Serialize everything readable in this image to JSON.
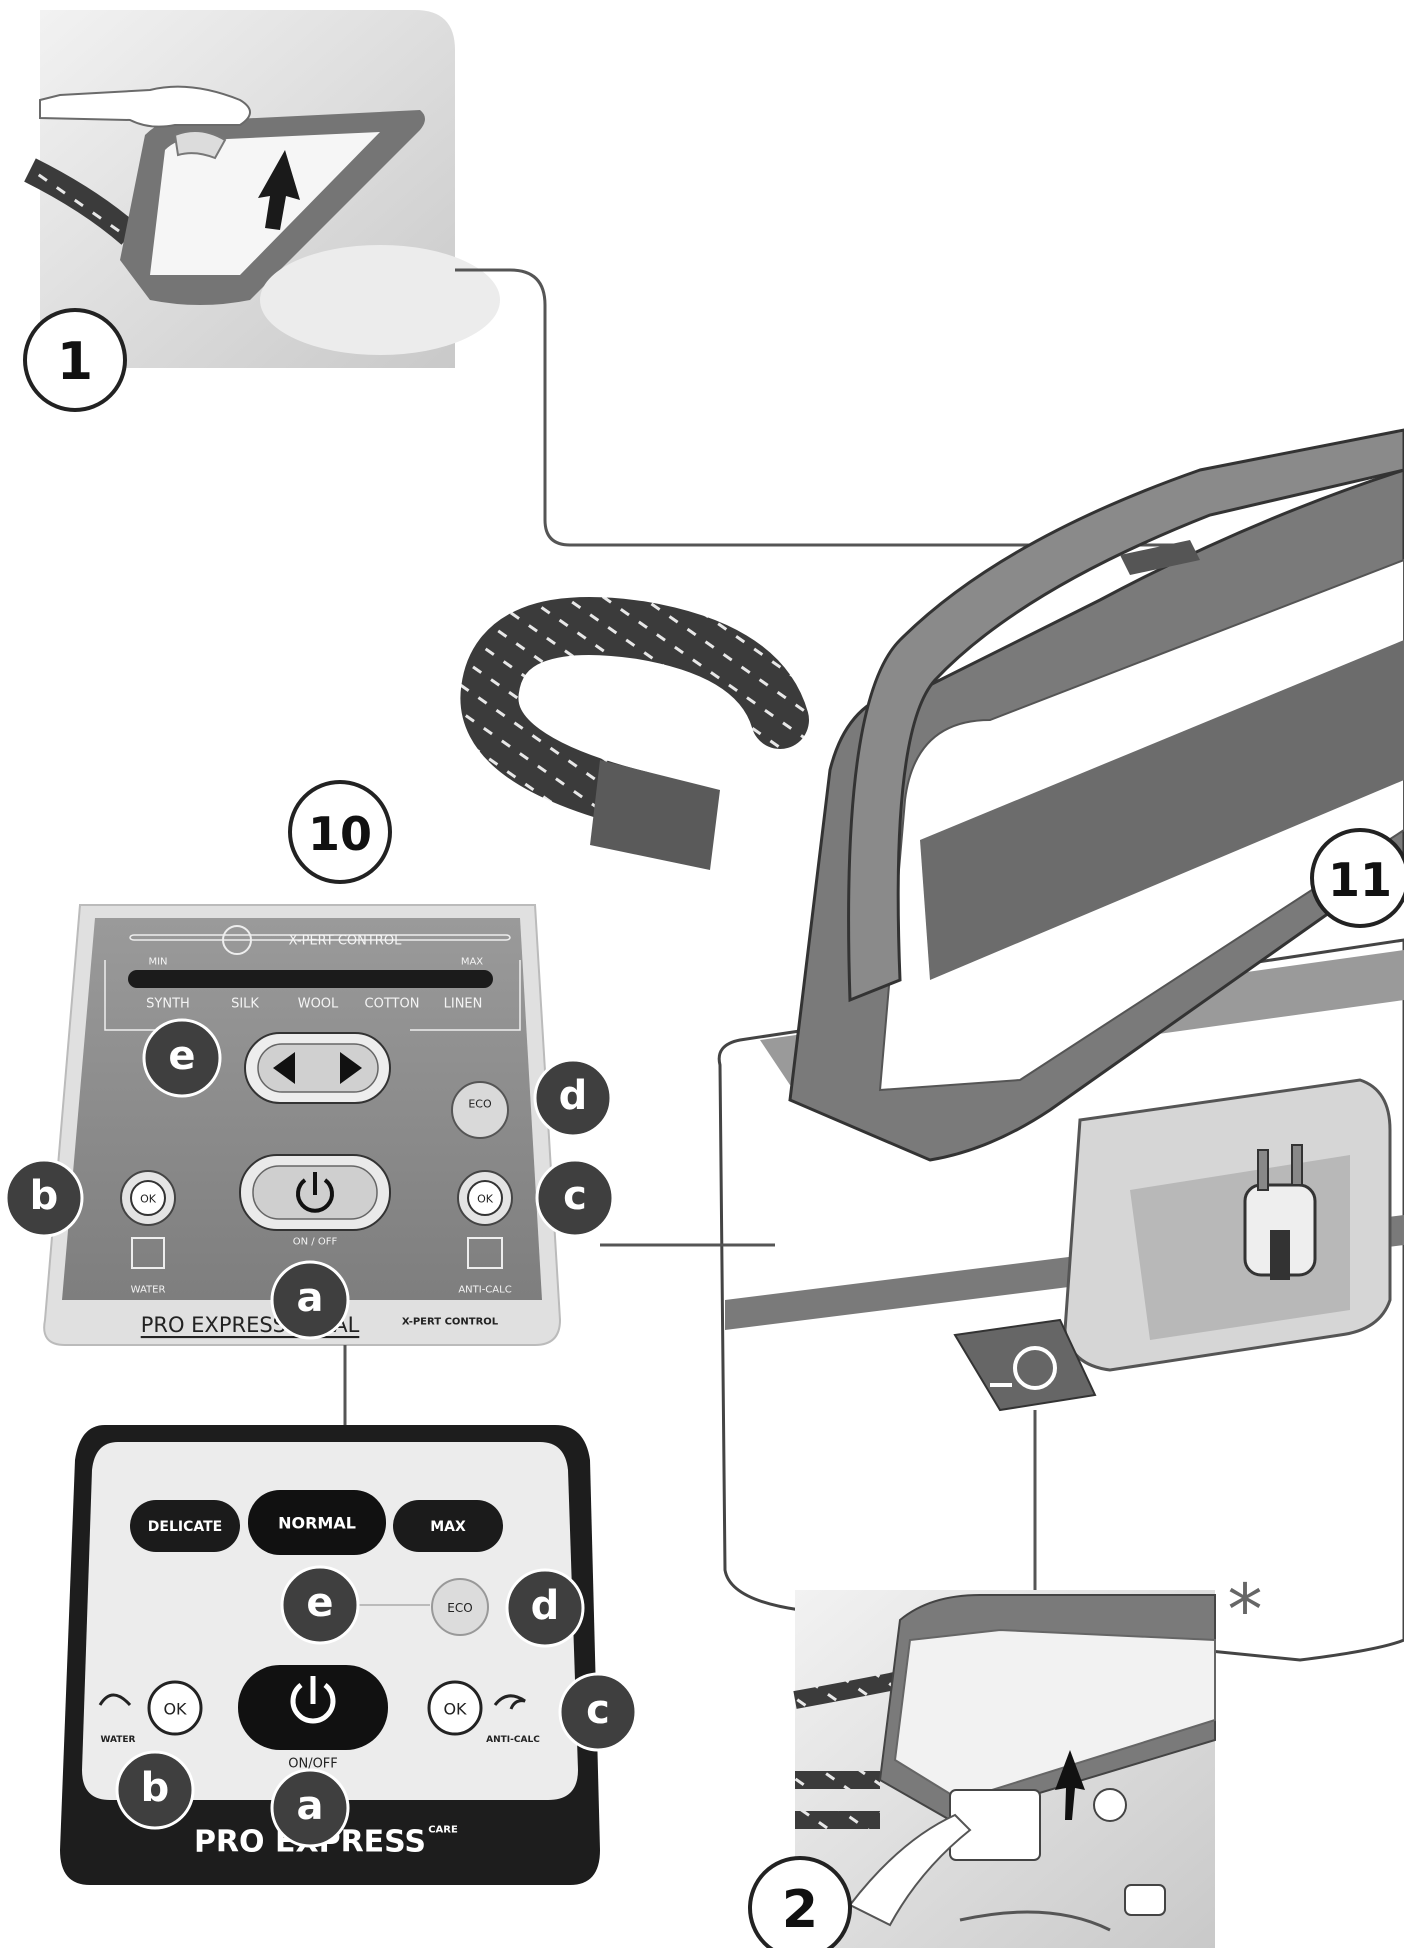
{
  "callouts": {
    "step1": "1",
    "step2": "2",
    "panel10": "10",
    "base11": "11",
    "asterisk": "*"
  },
  "panel_top": {
    "brand": "X-PERT CONTROL",
    "scale_min": "MIN",
    "scale_max": "MAX",
    "fabrics": [
      "SYNTH",
      "SILK",
      "WOOL",
      "COTTON",
      "LINEN"
    ],
    "ok_label": "OK",
    "eco_label": "ECO",
    "onoff_label": "ON / OFF",
    "water_label": "WATER",
    "anticalc_label": "ANTI-CALC",
    "model_name": "PRO EXPRESS TOTAL",
    "model_suffix": "X-PERT CONTROL",
    "badges": {
      "a": "a",
      "b": "b",
      "c": "c",
      "d": "d",
      "e": "e"
    }
  },
  "panel_bottom": {
    "modes": [
      "DELICATE",
      "NORMAL",
      "MAX"
    ],
    "eco_label": "ECO",
    "ok_label": "OK",
    "onoff_label": "ON/OFF",
    "water_label": "WATER",
    "anticalc_label": "ANTI-CALC",
    "model_name": "PRO EXPRESS",
    "model_suffix": "CARE",
    "badges": {
      "a": "a",
      "b": "b",
      "c": "c",
      "d": "d",
      "e": "e"
    }
  },
  "colors": {
    "panel_gray": "#8a8a8a",
    "badge": "#3f3f3f",
    "dark_panel": "#1d1d1d",
    "iron_body": "#6e6e6e"
  }
}
